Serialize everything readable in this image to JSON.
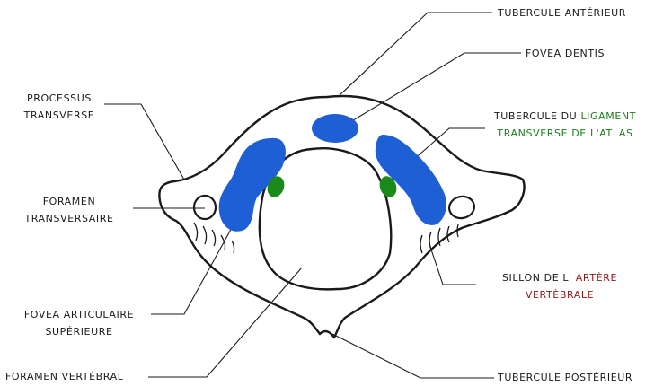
{
  "labels": {
    "tubercule_anterieur": "TUBERCULE ANTÉRIEUR",
    "fovea_dentis": "FOVEA DENTIS",
    "processus_l1": "PROCESSUS",
    "processus_l2": "TRANSVERSE",
    "tub_lig_l1_a": "TUBERCULE DU ",
    "tub_lig_l1_b": "LIGAMENT",
    "tub_lig_l2": "TRANSVERSE DE L'ATLAS",
    "foramen_tr_l1": "FORAMEN",
    "foramen_tr_l2": "TRANSVERSAIRE",
    "sillon_l1_a": "SILLON DE L' ",
    "sillon_l1_b": "ARTÈRE",
    "sillon_l2": "VERTÈBRALE",
    "fovea_art_l1": "FOVEA ARTICULAIRE",
    "fovea_art_l2": "SUPÉRIEURE",
    "foramen_vert": "FORAMEN VERTÉBRAL",
    "tubercule_posterieur": "TUBERCULE POSTÉRIEUR"
  },
  "colors": {
    "articular_facet": "#1f5fd6",
    "ligament_tubercle": "#1a8a1a",
    "ligament_text": "#1e7e1e",
    "artery_text": "#8b1a1a",
    "outline": "#1a1a1a"
  }
}
